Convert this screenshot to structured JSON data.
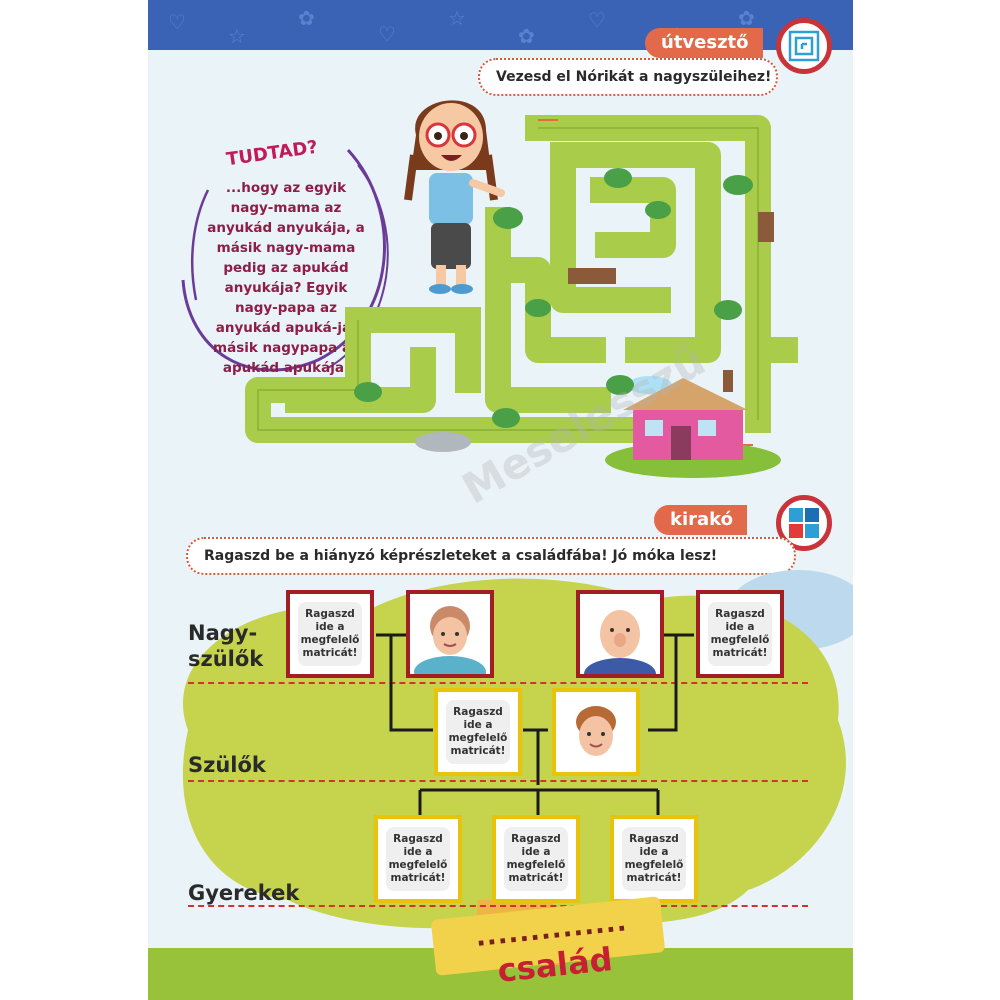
{
  "maze": {
    "tag": "útvesztő",
    "instruction": "Vezesd el Nórikát a nagyszüleihez!"
  },
  "fact": {
    "title": "TUDTAD?",
    "text": "...hogy az egyik nagy-mama az anyukád anyukája, a másik nagy-mama pedig az apukád anyukája? Egyik nagy-papa az anyukád apuká-ja, másik nagypapa az apukád apukája."
  },
  "puzzle": {
    "tag": "kirakó",
    "instruction": "Ragaszd be a hiányzó képrészleteket a családfába! Jó móka lesz!"
  },
  "tree": {
    "labels": {
      "grandparents": "Nagy-\nszülők",
      "parents": "Szülők",
      "children": "Gyerekek"
    },
    "sticker_text": "Ragaszd ide a megfelelő matricát!",
    "ribbon_blank": "..............",
    "ribbon_word": "család"
  },
  "watermark": "Meselesszű",
  "colors": {
    "accent": "#e26a4b",
    "badge_ring": "#c9333a",
    "fact_text": "#8d1e46",
    "grass": "#a9cc4a",
    "tree_crown": "#c6d34d"
  },
  "icons": {
    "maze_badge": "maze-icon",
    "puzzle_badge": "puzzle-icon"
  }
}
